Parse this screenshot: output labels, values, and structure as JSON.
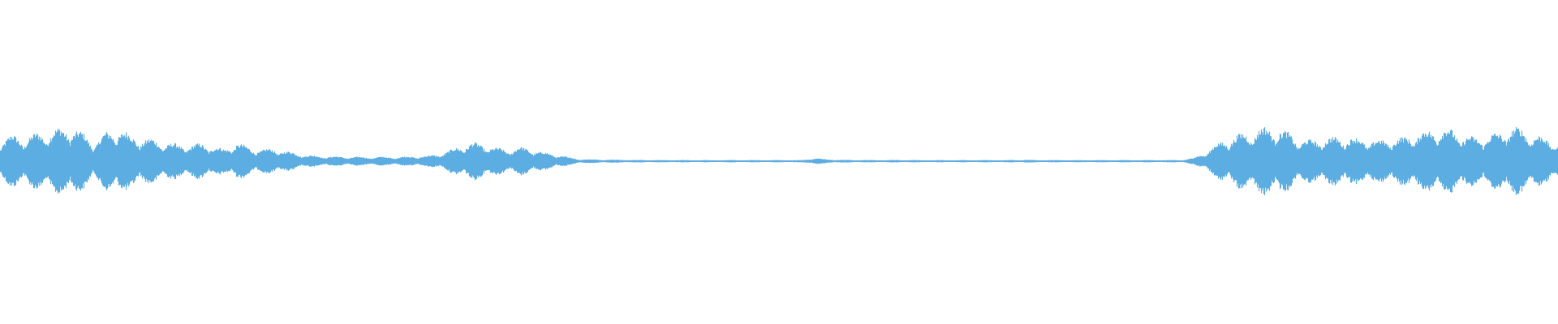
{
  "waveform": {
    "color": "#5DADE2",
    "background": "#FFFFFF",
    "amplitude_envelope": [
      0.55,
      0.7,
      0.62,
      0.74,
      0.8,
      0.88,
      0.92,
      0.75,
      0.5,
      0.78,
      0.9,
      0.7,
      0.62,
      0.58,
      0.5,
      0.46,
      0.42,
      0.48,
      0.4,
      0.32,
      0.5,
      0.38,
      0.3,
      0.34,
      0.28,
      0.22,
      0.16,
      0.14,
      0.13,
      0.12,
      0.12,
      0.11,
      0.12,
      0.11,
      0.12,
      0.13,
      0.14,
      0.18,
      0.28,
      0.42,
      0.5,
      0.44,
      0.36,
      0.3,
      0.38,
      0.32,
      0.24,
      0.18,
      0.12,
      0.06,
      0.05,
      0.045,
      0.04,
      0.04,
      0.035,
      0.035,
      0.03,
      0.035,
      0.03,
      0.03,
      0.03,
      0.03,
      0.03,
      0.03,
      0.03,
      0.03,
      0.03,
      0.03,
      0.03,
      0.09,
      0.05,
      0.04,
      0.035,
      0.035,
      0.03,
      0.03,
      0.035,
      0.03,
      0.03,
      0.03,
      0.03,
      0.03,
      0.03,
      0.03,
      0.03,
      0.03,
      0.035,
      0.04,
      0.03,
      0.03,
      0.03,
      0.03,
      0.03,
      0.03,
      0.03,
      0.03,
      0.03,
      0.03,
      0.03,
      0.03,
      0.03,
      0.08,
      0.22,
      0.45,
      0.62,
      0.72,
      0.82,
      0.9,
      0.92,
      0.78,
      0.6,
      0.56,
      0.62,
      0.64,
      0.66,
      0.6,
      0.58,
      0.56,
      0.62,
      0.64,
      0.76,
      0.82,
      0.9,
      0.84,
      0.7,
      0.62,
      0.7,
      0.76,
      0.94,
      0.84,
      0.72,
      0.6,
      0.5
    ]
  }
}
